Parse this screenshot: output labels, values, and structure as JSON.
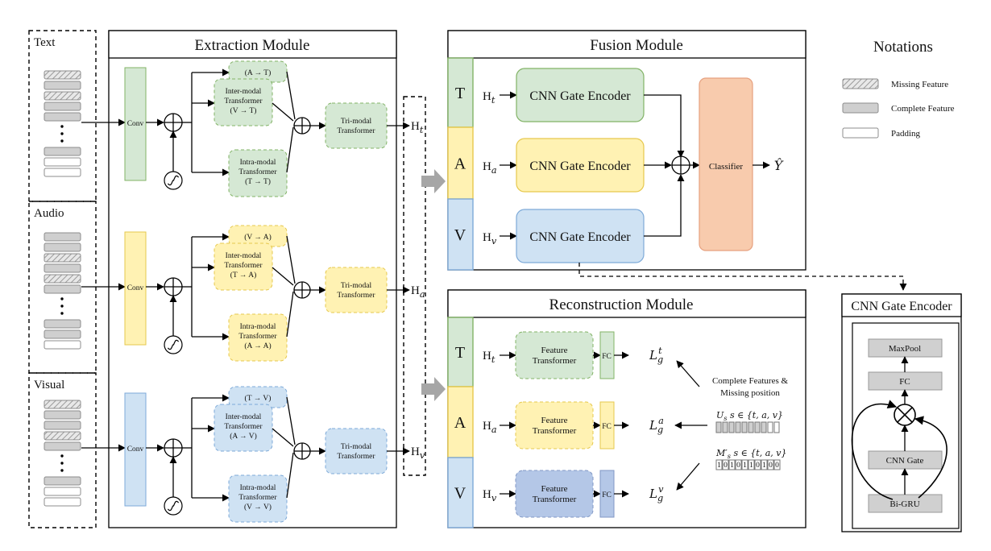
{
  "colors": {
    "text": "#d5e8d4",
    "text_border": "#82b366",
    "audio": "#fff2b3",
    "audio_border": "#e6c84d",
    "visual": "#cfe2f3",
    "visual_border": "#7eaad8",
    "classifier": "#f8cbad",
    "feature_blue": "#b4c7e7",
    "gray": "#d0d0d0"
  },
  "inputs": {
    "text_label": "Text",
    "audio_label": "Audio",
    "visual_label": "Visual"
  },
  "extraction": {
    "title": "Extraction Module",
    "conv_label": "Conv",
    "rows": [
      {
        "cross1": "(A → T)",
        "inter": [
          "Inter-modal",
          "Transformer",
          "(V → T)"
        ],
        "intra": [
          "Intra-modal",
          "Transformer",
          "(T → T)"
        ],
        "tri": [
          "Tri-modal",
          "Transformer"
        ],
        "h_base": "H",
        "h_sub": "t"
      },
      {
        "cross1": "(V → A)",
        "inter": [
          "Inter-modal",
          "Transformer",
          "(T → A)"
        ],
        "intra": [
          "Intra-modal",
          "Transformer",
          "(A → A)"
        ],
        "tri": [
          "Tri-modal",
          "Transformer"
        ],
        "h_base": "H",
        "h_sub": "a"
      },
      {
        "cross1": "(T → V)",
        "inter": [
          "Inter-modal",
          "Transformer",
          "(A → V)"
        ],
        "intra": [
          "Intra-modal",
          "Transformer",
          "(V → V)"
        ],
        "tri": [
          "Tri-modal",
          "Transformer"
        ],
        "h_base": "H",
        "h_sub": "v"
      }
    ]
  },
  "fusion": {
    "title": "Fusion Module",
    "sides": [
      "T",
      "A",
      "V"
    ],
    "inputs": [
      {
        "base": "H",
        "sub": "t"
      },
      {
        "base": "H",
        "sub": "a"
      },
      {
        "base": "H",
        "sub": "v"
      }
    ],
    "encoder_label": "CNN Gate Encoder",
    "classifier_label": "Classifier",
    "output": "Ŷ"
  },
  "reconstruction": {
    "title": "Reconstruction Module",
    "sides": [
      "T",
      "A",
      "V"
    ],
    "inputs": [
      {
        "base": "H",
        "sub": "t"
      },
      {
        "base": "H",
        "sub": "a"
      },
      {
        "base": "H",
        "sub": "v"
      }
    ],
    "feature_label": [
      "Feature",
      "Transformer"
    ],
    "fc_label": "FC",
    "losses": [
      {
        "base": "L",
        "sub": "g",
        "sup": "t"
      },
      {
        "base": "L",
        "sub": "g",
        "sup": "a"
      },
      {
        "base": "L",
        "sub": "g",
        "sup": "v"
      }
    ],
    "complete_label": [
      "Complete Features  &",
      "Missing position"
    ],
    "u_label": "U",
    "u_sub": "s",
    "u_rest": " s ∈ {t, a, v}",
    "m_label": "M′",
    "m_sub": "s",
    "m_rest": " s ∈ {t, a, v}",
    "mask_bits": "1010110100"
  },
  "notations": {
    "title": "Notations",
    "items": [
      "Missing Feature",
      "Complete Feature",
      "Padding"
    ]
  },
  "cnn_gate": {
    "title": "CNN Gate Encoder",
    "maxpool": "MaxPool",
    "fc": "FC",
    "gate": "CNN Gate",
    "bigru": "Bi-GRU"
  }
}
